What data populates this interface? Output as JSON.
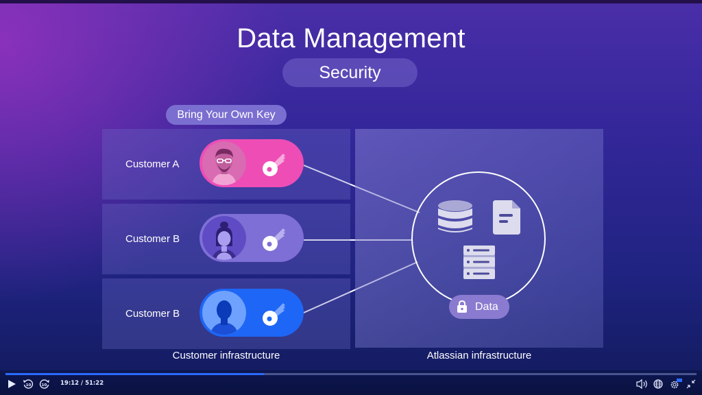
{
  "slide": {
    "title": "Data Management",
    "subtitle": "Security",
    "section_badge": "Bring Your Own Key",
    "customers": [
      {
        "label": "Customer A",
        "toggle_color": "#ee4db6",
        "avatar_bg": "#d86bb1",
        "avatar": "man-with-glasses-avatar"
      },
      {
        "label": "Customer B",
        "toggle_color": "#7e6fd6",
        "avatar_bg": "#5f4cc4",
        "avatar": "woman-avatar"
      },
      {
        "label": "Customer B",
        "toggle_color": "#1e66f5",
        "avatar_bg": "#6fa2ff",
        "avatar": "silhouette-avatar"
      }
    ],
    "data_store": {
      "icons": [
        "database-icon",
        "document-icon",
        "server-icon"
      ],
      "badge_label": "Data",
      "badge_icon": "lock-icon"
    },
    "customer_infra_label": "Customer infrastructure",
    "atlassian_infra_label": "Atlassian infrastructure"
  },
  "player": {
    "current_time": "19:12",
    "duration": "51:22",
    "time_display": "19:12 / 51:22",
    "progress_fraction": 0.374,
    "accent_color": "#2a6cff",
    "controls_left": [
      "play-icon",
      "rewind-10-icon",
      "forward-10-icon"
    ],
    "controls_right": [
      "volume-icon",
      "language-globe-icon",
      "settings-gear-icon",
      "exit-fullscreen-icon"
    ],
    "settings_badge": "HD"
  }
}
